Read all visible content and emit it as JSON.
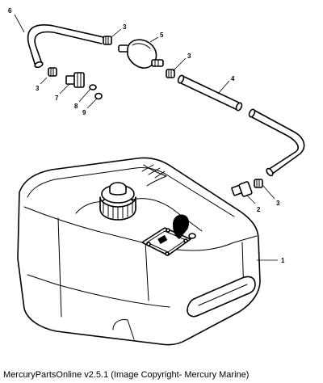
{
  "callouts": {
    "c1": "1",
    "c2": "2",
    "c3a": "3",
    "c3b": "3",
    "c3c": "3",
    "c3d": "3",
    "c4": "4",
    "c5": "5",
    "c6": "6",
    "c7": "7",
    "c8": "8",
    "c9": "9"
  },
  "caption": "MercuryPartsOnline v2.5.1 (Image Copyright- Mercury Marine)"
}
